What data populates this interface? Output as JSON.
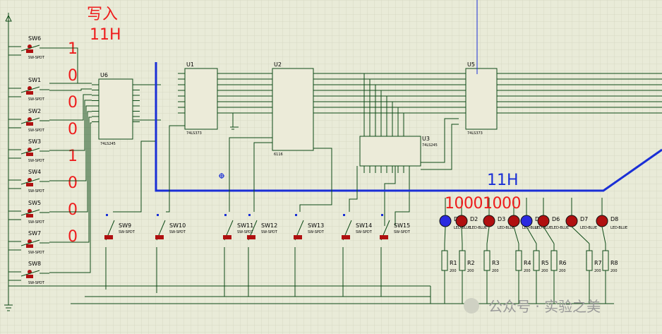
{
  "annotations": {
    "write_label": "写入",
    "addr_hex_top": "11H",
    "addr_hex_mid": "11H",
    "bits_vertical": [
      "1",
      "0",
      "0",
      "0",
      "1",
      "0",
      "0",
      "0"
    ],
    "bits_horizontal": "10001000"
  },
  "switches_left": [
    "SW6",
    "SW1",
    "SW2",
    "SW3",
    "SW4",
    "SW5",
    "SW7",
    "SW8"
  ],
  "switches_bottom": [
    "SW9",
    "SW10",
    "SW11",
    "SW12",
    "SW13",
    "SW14",
    "SW15"
  ],
  "switch_type": "SW-SPDT",
  "chips": {
    "u6": {
      "name": "U6",
      "part": "74LS245"
    },
    "u1": {
      "name": "U1",
      "part": "74LS373"
    },
    "u2": {
      "name": "U2",
      "part": "6116"
    },
    "u3": {
      "name": "U3",
      "part": "74LS245"
    },
    "u5": {
      "name": "U5",
      "part": "74LS373"
    }
  },
  "leds": [
    "D1",
    "D2",
    "D3",
    "D4",
    "D5",
    "D6",
    "D7",
    "D8"
  ],
  "led_type": "LED-BLUE",
  "resistors": [
    "R1",
    "R2",
    "R3",
    "R4",
    "R5",
    "R6",
    "R7",
    "R8"
  ],
  "resistor_value": "200",
  "watermark": "公众号 · 实验之美",
  "colors": {
    "background": "#e9ebd8",
    "grid": "#d3d5c1",
    "wire": "#0d4a16",
    "bus": "#1a2fd6",
    "annotation": "#ee1c1c",
    "chip_fill": "#ecebd9",
    "led_on": "#2a2ae0",
    "led_off": "#b01010"
  }
}
